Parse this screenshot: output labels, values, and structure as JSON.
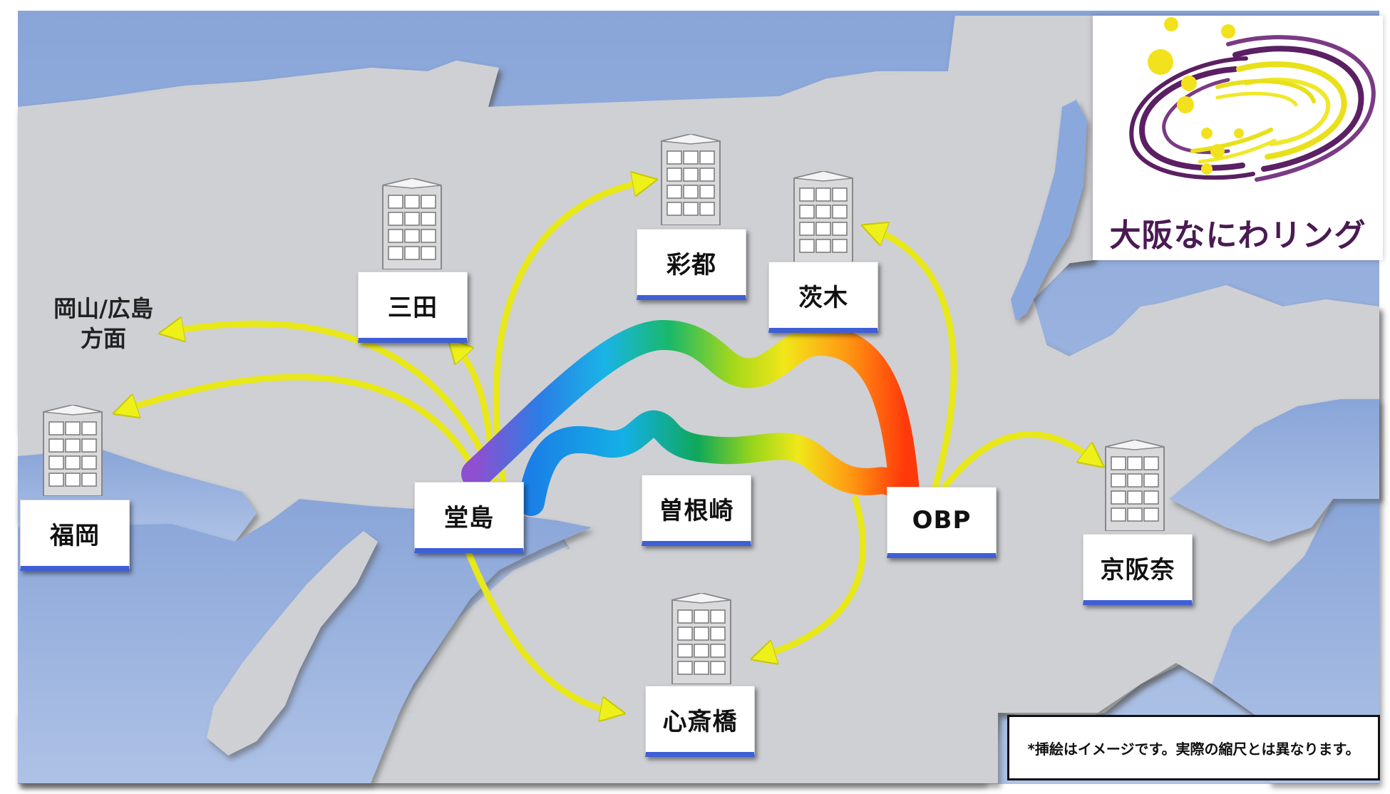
{
  "logo": {
    "text": "大阪なにわリング",
    "colors": {
      "purple": "#5b1f63",
      "yellow": "#f2e21e"
    }
  },
  "note": "*挿絵はイメージです。実際の縮尺とは異なります。",
  "direction_label": {
    "line1": "岡山/広島",
    "line2": "方面"
  },
  "nodes": {
    "fukuoka": "福岡",
    "sanda": "三田",
    "saito": "彩都",
    "ibaraki": "茨木",
    "dojima": "堂島",
    "sonezaki": "曽根崎",
    "obp": "OBP",
    "keihanna": "京阪奈",
    "shinsaibashi": "心斎橋"
  },
  "colors": {
    "sea": "#8ea9d8",
    "land": "#cfd0d4",
    "arrow": "#eef01a",
    "box_underline": "#3f5fd6"
  }
}
